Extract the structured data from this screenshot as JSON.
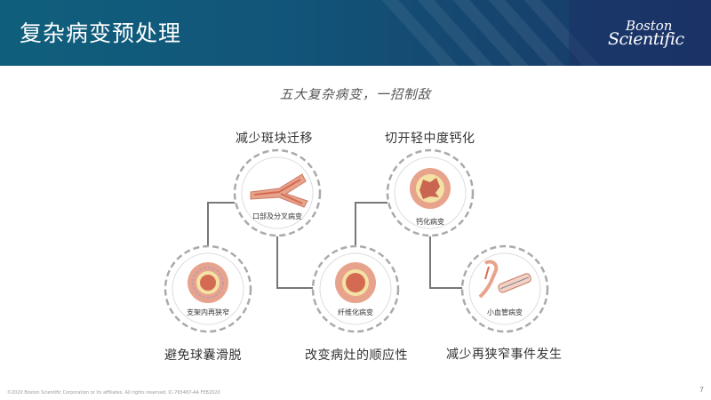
{
  "header": {
    "title": "复杂病变预处理",
    "logo_line1": "Boston",
    "logo_line2": "Scientific",
    "colors": {
      "dark": "#1a3468",
      "teal": "#0f5f7c"
    }
  },
  "subtitle": "五大复杂病变，一招制敌",
  "labels": {
    "plaque_shift": "减少斑块迁移",
    "cut_calcium": "切开轻中度钙化",
    "avoid_slip": "避免球囊滑脱",
    "compliance": "改变病灶的顺应性",
    "restenosis": "减少再狭窄事件发生"
  },
  "circles": {
    "bifurcation": "口部及分叉病变",
    "calcified": "钙化病变",
    "instent": "支架内再狭窄",
    "fibrotic": "纤维化病变",
    "smallvessel": "小血管病变"
  },
  "colors": {
    "vessel": "#e8a38d",
    "lumen": "#d56a52",
    "ring": "#f4e2a5",
    "dash": "#aaaaaa",
    "connector": "#777777"
  },
  "footer": "©2020 Boston Scientific Corporation or its affiliates. All rights reserved. IC-765487-AA FEB2020",
  "page_number": "7"
}
